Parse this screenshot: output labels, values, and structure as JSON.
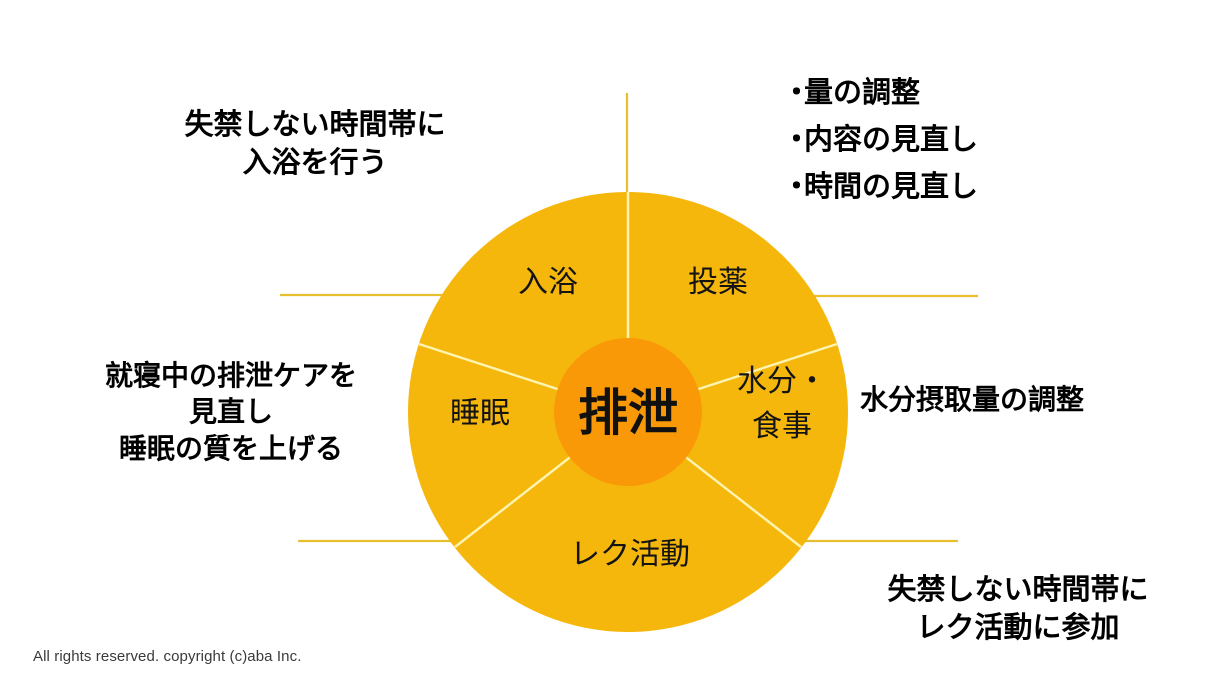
{
  "slide": {
    "background_color": "#ffffff",
    "footer": "All rights reserved. copyright (c)aba Inc."
  },
  "colors": {
    "wheel_fill": "#F5B70C",
    "hub_fill": "#FA9907",
    "divider": "#FFF4B0",
    "connector_line": "#E8BF2E",
    "text": "#000000"
  },
  "wheel": {
    "hub_label": "排泄",
    "segments": [
      {
        "id": "bathing",
        "label": "入浴"
      },
      {
        "id": "medication",
        "label": "投薬"
      },
      {
        "id": "hydration",
        "label": "水分・\n食事",
        "line1": "水分・",
        "line2": "食事"
      },
      {
        "id": "recreation",
        "label": "レク活動"
      },
      {
        "id": "sleep",
        "label": "睡眠"
      }
    ]
  },
  "callouts": {
    "bathing": {
      "line1": "失禁しない時間帯に",
      "line2": "入浴を行う",
      "text": "失禁しない時間帯に\n入浴を行う"
    },
    "medication": {
      "bullets": [
        "量の調整",
        "内容の見直し",
        "時間の見直し"
      ],
      "bullet_glyph": "・"
    },
    "sleep": {
      "line1": "就寝中の排泄ケアを",
      "line2": "見直し",
      "line3": "睡眠の質を上げる",
      "text": "就寝中の排泄ケアを\n見直し\n睡眠の質を上げる"
    },
    "hydration": {
      "line1": "水分摂取量の調整",
      "text": "水分摂取量の調整"
    },
    "recreation": {
      "line1": "失禁しない時間帯に",
      "line2": "レク活動に参加",
      "text": "失禁しない時間帯に\nレク活動に参加"
    }
  }
}
